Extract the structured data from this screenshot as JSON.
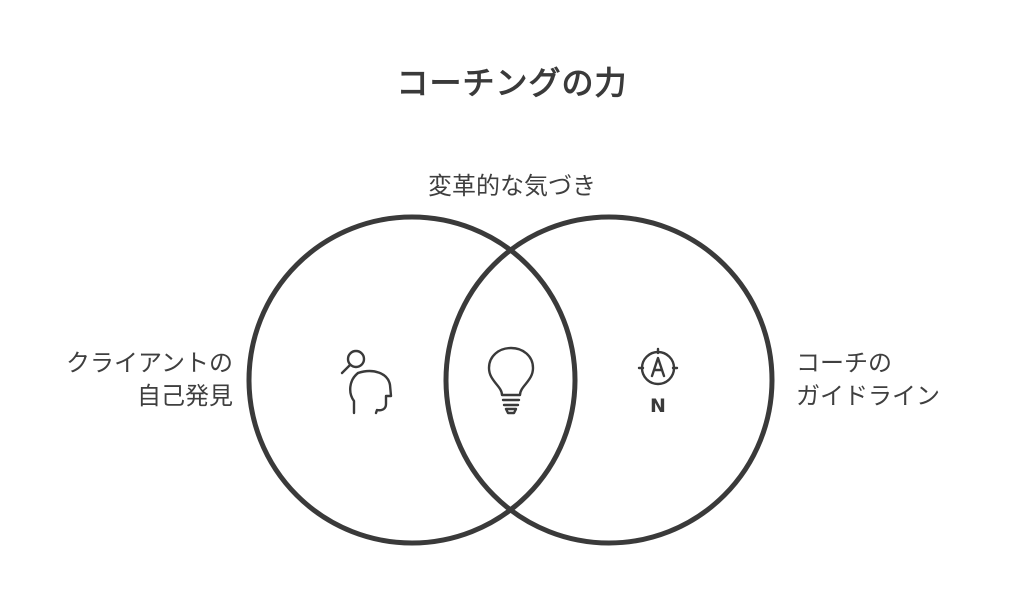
{
  "title": "コーチングの力",
  "top_label": "変革的な気づき",
  "left_label": [
    "クライアントの",
    "自己発見"
  ],
  "right_label": [
    "コーチの",
    "ガイドライン"
  ],
  "compass_letter": "N",
  "icons": {
    "left": "head-search-icon",
    "center": "lightbulb-icon",
    "right": "compass-icon"
  },
  "colors": {
    "stroke": "#3a3a3a",
    "background": "#ffffff"
  }
}
